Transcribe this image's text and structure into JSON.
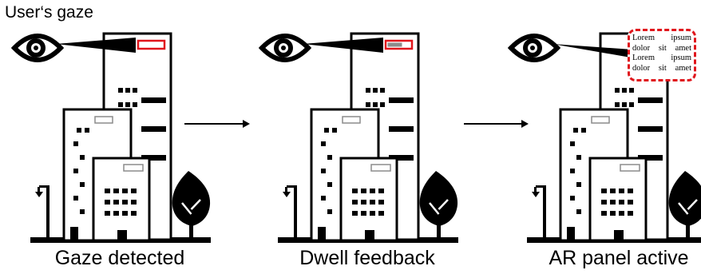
{
  "title": "User‘s gaze",
  "stages": [
    {
      "caption": "Gaze detected",
      "state": "detected"
    },
    {
      "caption": "Dwell feedback",
      "state": "dwell"
    },
    {
      "caption": "AR panel active",
      "state": "panel"
    }
  ],
  "ar_panel": {
    "lines": [
      "Lorem ipsum",
      "dolor sit amet",
      "Lorem ipsum",
      "dolor sit amet"
    ]
  },
  "colors": {
    "ink": "#000000",
    "highlight": "#e0161c",
    "window_outline": "#8c8c8c",
    "dwell_fill": "#8c8c8c"
  },
  "icons": [
    "eye-icon",
    "building-icon",
    "street-lamp-icon",
    "tree-icon",
    "arrow-right-icon"
  ]
}
